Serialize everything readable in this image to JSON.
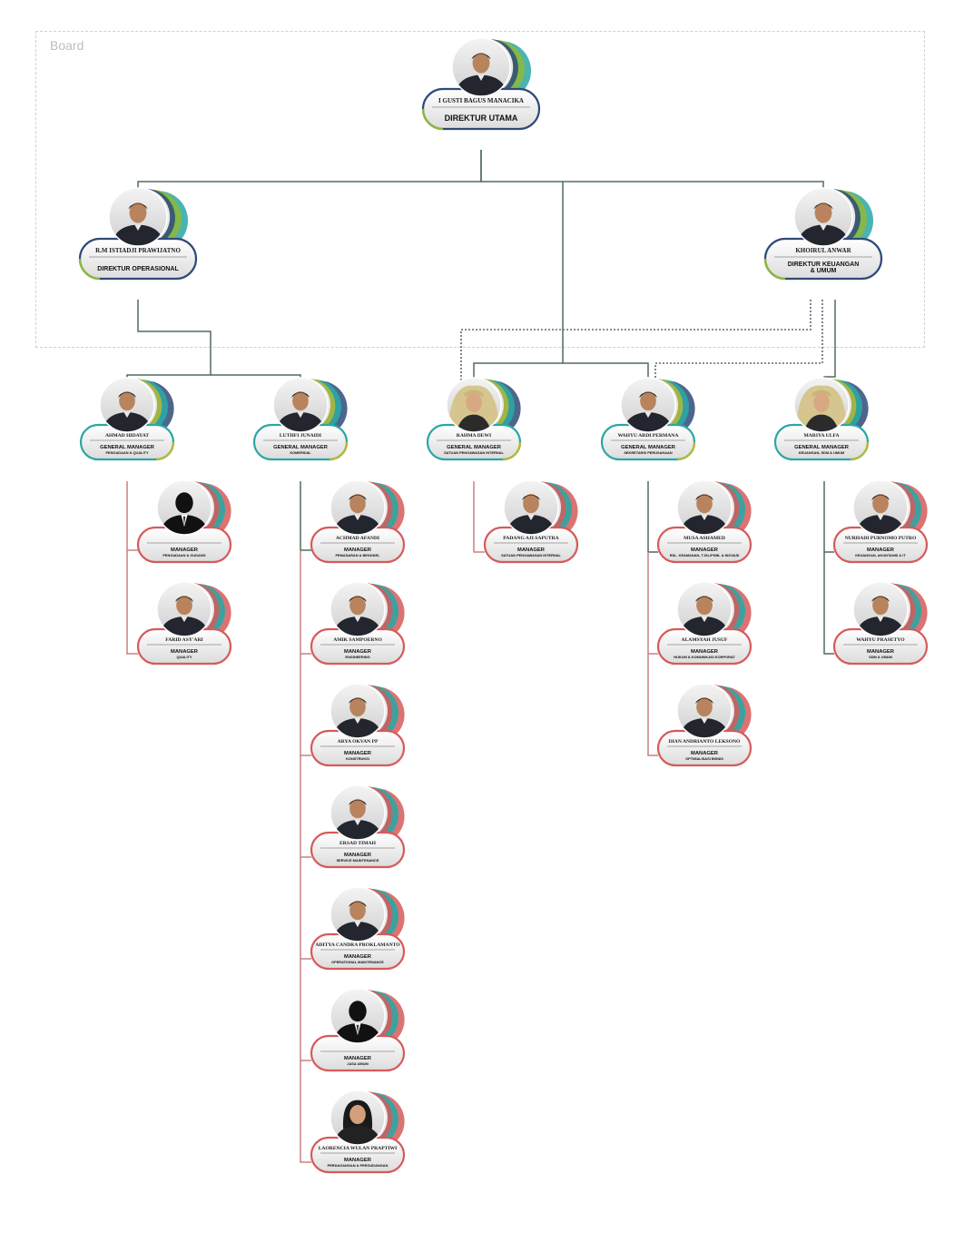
{
  "board": {
    "label": "Board"
  },
  "colors": {
    "blue": "#2f4a78",
    "green": "#8ab83e",
    "teal": "#2aa7a5",
    "red": "#d65a5a",
    "olive": "#b6b834",
    "line": "#4f6b63",
    "line_red": "#c98080",
    "dotted": "#5a6a7a"
  },
  "nodes": [
    {
      "id": "dirut",
      "name": "I GUSTI BAGUS MANACIKA",
      "title": "DIREKTUR UTAMA",
      "sub": "",
      "style": "director",
      "photo": "person"
    },
    {
      "id": "dirops",
      "name": "R.M ISTIADJI PRAWIJATNO",
      "title": "DIREKTUR OPERASIONAL",
      "sub": "",
      "style": "director",
      "photo": "person"
    },
    {
      "id": "dirkeu",
      "name": "KHOIRUL ANWAR",
      "title": "DIREKTUR KEUANGAN",
      "sub": "& UMUM",
      "style": "director",
      "photo": "person"
    },
    {
      "id": "gm1",
      "name": "AHMAD HIDAYAT",
      "title": "GENERAL MANAGER",
      "sub": "PENGADAAN & QUALITY",
      "style": "gm",
      "photo": "person"
    },
    {
      "id": "gm2",
      "name": "LUTHFI JUNAIDI",
      "title": "GENERAL MANAGER",
      "sub": "KOMERSIAL",
      "style": "gm",
      "photo": "person"
    },
    {
      "id": "gm3",
      "name": "RAHMA DEWI",
      "title": "GENERAL MANAGER",
      "sub": "SATUAN PENGAWASAN INTERNAL",
      "style": "gm",
      "photo": "hijab"
    },
    {
      "id": "gm4",
      "name": "WAHYU ARDI PERMANA",
      "title": "GENERAL MANAGER",
      "sub": "SEKRETARIS PERUSAHAAN",
      "style": "gm",
      "photo": "person"
    },
    {
      "id": "gm5",
      "name": "MARIYA ULFA",
      "title": "GENERAL MANAGER",
      "sub": "KEUANGAN, SDM & UMUM",
      "style": "gm",
      "photo": "hijab"
    },
    {
      "id": "m1",
      "name": "",
      "title": "MANAGER",
      "sub": "PENGADAAN & GUDANG",
      "style": "mgr",
      "photo": "silhouette"
    },
    {
      "id": "m2",
      "name": "FARID ASY'ARI",
      "title": "MANAGER",
      "sub": "QUALITY",
      "style": "mgr",
      "photo": "person"
    },
    {
      "id": "m3",
      "name": "ACHMAD AFANDI",
      "title": "MANAGER",
      "sub": "PEMASARAN & BENGKEL",
      "style": "mgr",
      "photo": "person"
    },
    {
      "id": "m4",
      "name": "AMIK SAMPOERNO",
      "title": "MANAGER",
      "sub": "ENGINEERING",
      "style": "mgr",
      "photo": "person"
    },
    {
      "id": "m5",
      "name": "ARYA OKVAN PP",
      "title": "MANAGER",
      "sub": "KONSTRUKSI",
      "style": "mgr",
      "photo": "person"
    },
    {
      "id": "m6",
      "name": "ERSAD TIMAH",
      "title": "MANAGER",
      "sub": "SERVICE MAINTENANCE",
      "style": "mgr",
      "photo": "person"
    },
    {
      "id": "m7",
      "name": "ADITYA CANDRA PROKLAMANTO",
      "title": "MANAGER",
      "sub": "OPERATIONAL MAINTENANCE",
      "style": "mgr",
      "photo": "person"
    },
    {
      "id": "m8",
      "name": "",
      "title": "MANAGER",
      "sub": "JASA UMUM",
      "style": "mgr",
      "photo": "silhouette"
    },
    {
      "id": "m9",
      "name": "LAORENCIA WULAN PRAPTIWI",
      "title": "MANAGER",
      "sub": "PERDAGANGAN & PERGUDANGAN",
      "style": "mgr",
      "photo": "woman"
    },
    {
      "id": "m10",
      "name": "PADANG AJI SAPUTRA",
      "title": "MANAGER",
      "sub": "SATUAN PENGAWASAN INTERNAL",
      "style": "mgr",
      "photo": "person"
    },
    {
      "id": "m11",
      "name": "MUSA ASHAMED",
      "title": "MANAGER",
      "sub": "RSL. KEAMANAN, TJSL/PKBL & INOVASI",
      "style": "mgr",
      "photo": "person"
    },
    {
      "id": "m12",
      "name": "ALAMSYAH JUSUF",
      "title": "MANAGER",
      "sub": "HUKUM & KOMUNIKASI KORPORAT",
      "style": "mgr",
      "photo": "person"
    },
    {
      "id": "m13",
      "name": "DIAN ANDRIANTO LEKSONO",
      "title": "MANAGER",
      "sub": "OPTIMALISASI BISNIS",
      "style": "mgr",
      "photo": "person"
    },
    {
      "id": "m14",
      "name": "NURHADI PURNOMO PUTRO",
      "title": "MANAGER",
      "sub": "KEUANGAN, AKUNTANSI & IT",
      "style": "mgr",
      "photo": "person"
    },
    {
      "id": "m15",
      "name": "WAHYU PRASETYO",
      "title": "MANAGER",
      "sub": "SDM & UMUM",
      "style": "mgr",
      "photo": "person"
    }
  ],
  "links": [
    {
      "from": "dirut",
      "to": "dirops",
      "style": "solid"
    },
    {
      "from": "dirut",
      "to": "dirkeu",
      "style": "solid"
    },
    {
      "from": "dirut",
      "to": "gm3",
      "style": "solid"
    },
    {
      "from": "dirut",
      "to": "gm4",
      "style": "solid"
    },
    {
      "from": "dirops",
      "to": "gm1",
      "style": "solid"
    },
    {
      "from": "dirops",
      "to": "gm2",
      "style": "solid"
    },
    {
      "from": "dirkeu",
      "to": "gm5",
      "style": "solid"
    },
    {
      "from": "dirkeu",
      "to": "gm3",
      "style": "dotted"
    },
    {
      "from": "dirkeu",
      "to": "gm4",
      "style": "dotted"
    },
    {
      "from": "gm1",
      "to": "m1",
      "style": "solid"
    },
    {
      "from": "gm1",
      "to": "m2",
      "style": "solid"
    },
    {
      "from": "gm2",
      "to": "m3",
      "style": "solid"
    },
    {
      "from": "gm2",
      "to": "m4",
      "style": "solid"
    },
    {
      "from": "gm2",
      "to": "m5",
      "style": "solid"
    },
    {
      "from": "gm2",
      "to": "m6",
      "style": "solid"
    },
    {
      "from": "gm2",
      "to": "m7",
      "style": "solid"
    },
    {
      "from": "gm2",
      "to": "m8",
      "style": "solid"
    },
    {
      "from": "gm2",
      "to": "m9",
      "style": "solid"
    },
    {
      "from": "gm3",
      "to": "m10",
      "style": "solid"
    },
    {
      "from": "gm4",
      "to": "m11",
      "style": "solid"
    },
    {
      "from": "gm4",
      "to": "m12",
      "style": "solid"
    },
    {
      "from": "gm4",
      "to": "m13",
      "style": "solid"
    },
    {
      "from": "gm5",
      "to": "m14",
      "style": "solid"
    },
    {
      "from": "gm5",
      "to": "m15",
      "style": "solid"
    }
  ]
}
